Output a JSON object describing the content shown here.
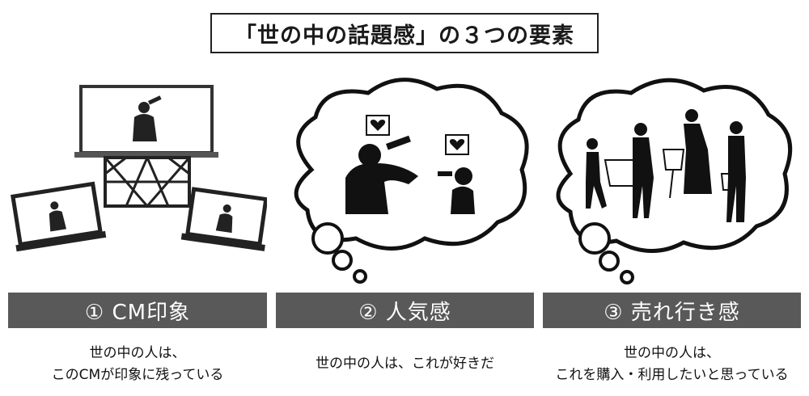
{
  "title": "「世の中の話題感」の３つの要素",
  "elements": [
    {
      "label": "① CM印象",
      "lines": [
        "世の中の人は、",
        "このCMが印象に残っている"
      ]
    },
    {
      "label": "② 人気感",
      "lines": [
        "世の中の人は、これが好きだ"
      ]
    },
    {
      "label": "③ 売れ行き感",
      "lines": [
        "世の中の人は、",
        "これを購入・利用したいと思っている"
      ]
    }
  ],
  "colors": {
    "bar": "#595959",
    "ink": "#111111",
    "border": "#222222"
  }
}
